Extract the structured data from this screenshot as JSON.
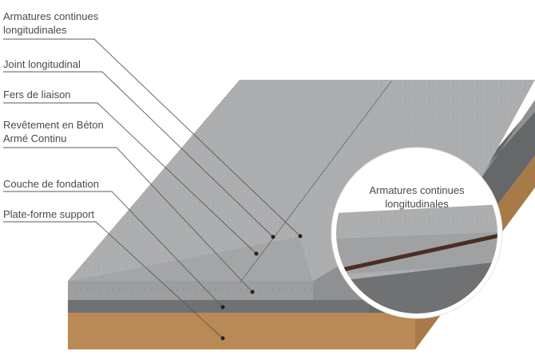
{
  "labels": [
    {
      "id": "armatures",
      "lines": [
        "Armatures continues",
        "longitudinales"
      ]
    },
    {
      "id": "joint",
      "lines": [
        "Joint longitudinal"
      ]
    },
    {
      "id": "fers",
      "lines": [
        "Fers de liaison"
      ]
    },
    {
      "id": "revetement",
      "lines": [
        "Revêtement en Béton",
        "Armé Continu"
      ]
    },
    {
      "id": "fondation",
      "lines": [
        "Couche de fondation"
      ]
    },
    {
      "id": "plateforme",
      "lines": [
        "Plate-forme support"
      ]
    }
  ],
  "zoom": {
    "title_lines": [
      "Armatures continues",
      "longitudinales"
    ]
  },
  "colors": {
    "concrete_top": "#a9abad",
    "concrete_side": "#9c9ea0",
    "foundation": "#6f7173",
    "soil": "#b98a55",
    "soil_dark": "#a87a48",
    "rebar": "#4a2e22",
    "leader": "#5a5a5a"
  }
}
